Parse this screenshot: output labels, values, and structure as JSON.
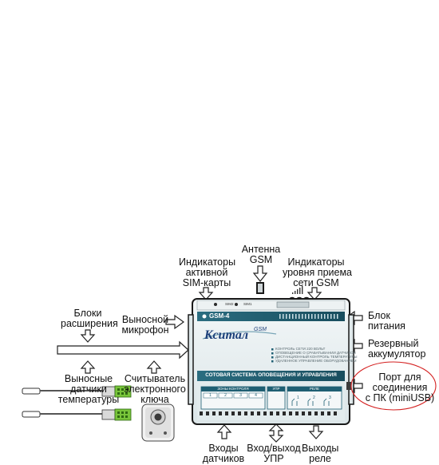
{
  "labels": {
    "antenna": [
      "Антенна",
      "GSM"
    ],
    "sim_indicators": [
      "Индикаторы",
      "активной",
      "SIM-карты"
    ],
    "signal_indicators": [
      "Индикаторы",
      "уровня приема",
      "сети GSM"
    ],
    "expansion_blocks": [
      "Блоки",
      "расширения"
    ],
    "remote_mic": [
      "Выносной",
      "микрофон"
    ],
    "power_block": [
      "Блок",
      "питания"
    ],
    "backup_battery": [
      "Резервный",
      "аккумулятор"
    ],
    "pc_port": [
      "Порт для",
      "соединения",
      "с ПК (miniUSB)"
    ],
    "remote_temp_sensors": [
      "Выносные",
      "датчики",
      "температуры"
    ],
    "key_reader": [
      "Считыватель",
      "электронного",
      "ключа"
    ],
    "sensor_inputs": [
      "Входы",
      "датчиков"
    ],
    "upr_io": [
      "Вход/выход",
      "УПР"
    ],
    "relay_outputs": [
      "Выходы",
      "реле"
    ]
  },
  "device": {
    "model": "GSM-4",
    "brand": "Кситал",
    "brand_suffix": "GSM",
    "sim2": "SIM2",
    "sim1": "SIM1",
    "title_band": "СОТОВАЯ СИСТЕМА ОПОВЕЩЕНИЯ И УПРАВЛЕНИЯ",
    "features": [
      "КОНТРОЛЬ СЕТИ 220 ВОЛЬТ",
      "ОПОВЕЩЕНИЕ О СРАБАТЫВАНИИ ДАТЧИКОВ",
      "ДИСТАНЦИОННЫЙ КОНТРОЛЬ ТЕМПЕРАТУРЫ",
      "УДАЛЕННОЕ УПРАВЛЕНИЕ ОБОРУДОВАНИЕМ"
    ],
    "zones_label": "ЗОНЫ КОНТРОЛЯ",
    "zone_numbers": [
      "1",
      "2",
      "3",
      "4"
    ],
    "upr_label": "УПР",
    "relay_label": "РЕЛЕ",
    "relay_numbers": [
      "1",
      "2",
      "3"
    ]
  },
  "colors": {
    "device_body": "#e6eef0",
    "device_outline": "#1a1a1a",
    "accent_teal": "#1f5f73",
    "brand_blue": "#1c3f7a",
    "callout_ring": "#d42020",
    "arrow_stroke": "#222222"
  }
}
